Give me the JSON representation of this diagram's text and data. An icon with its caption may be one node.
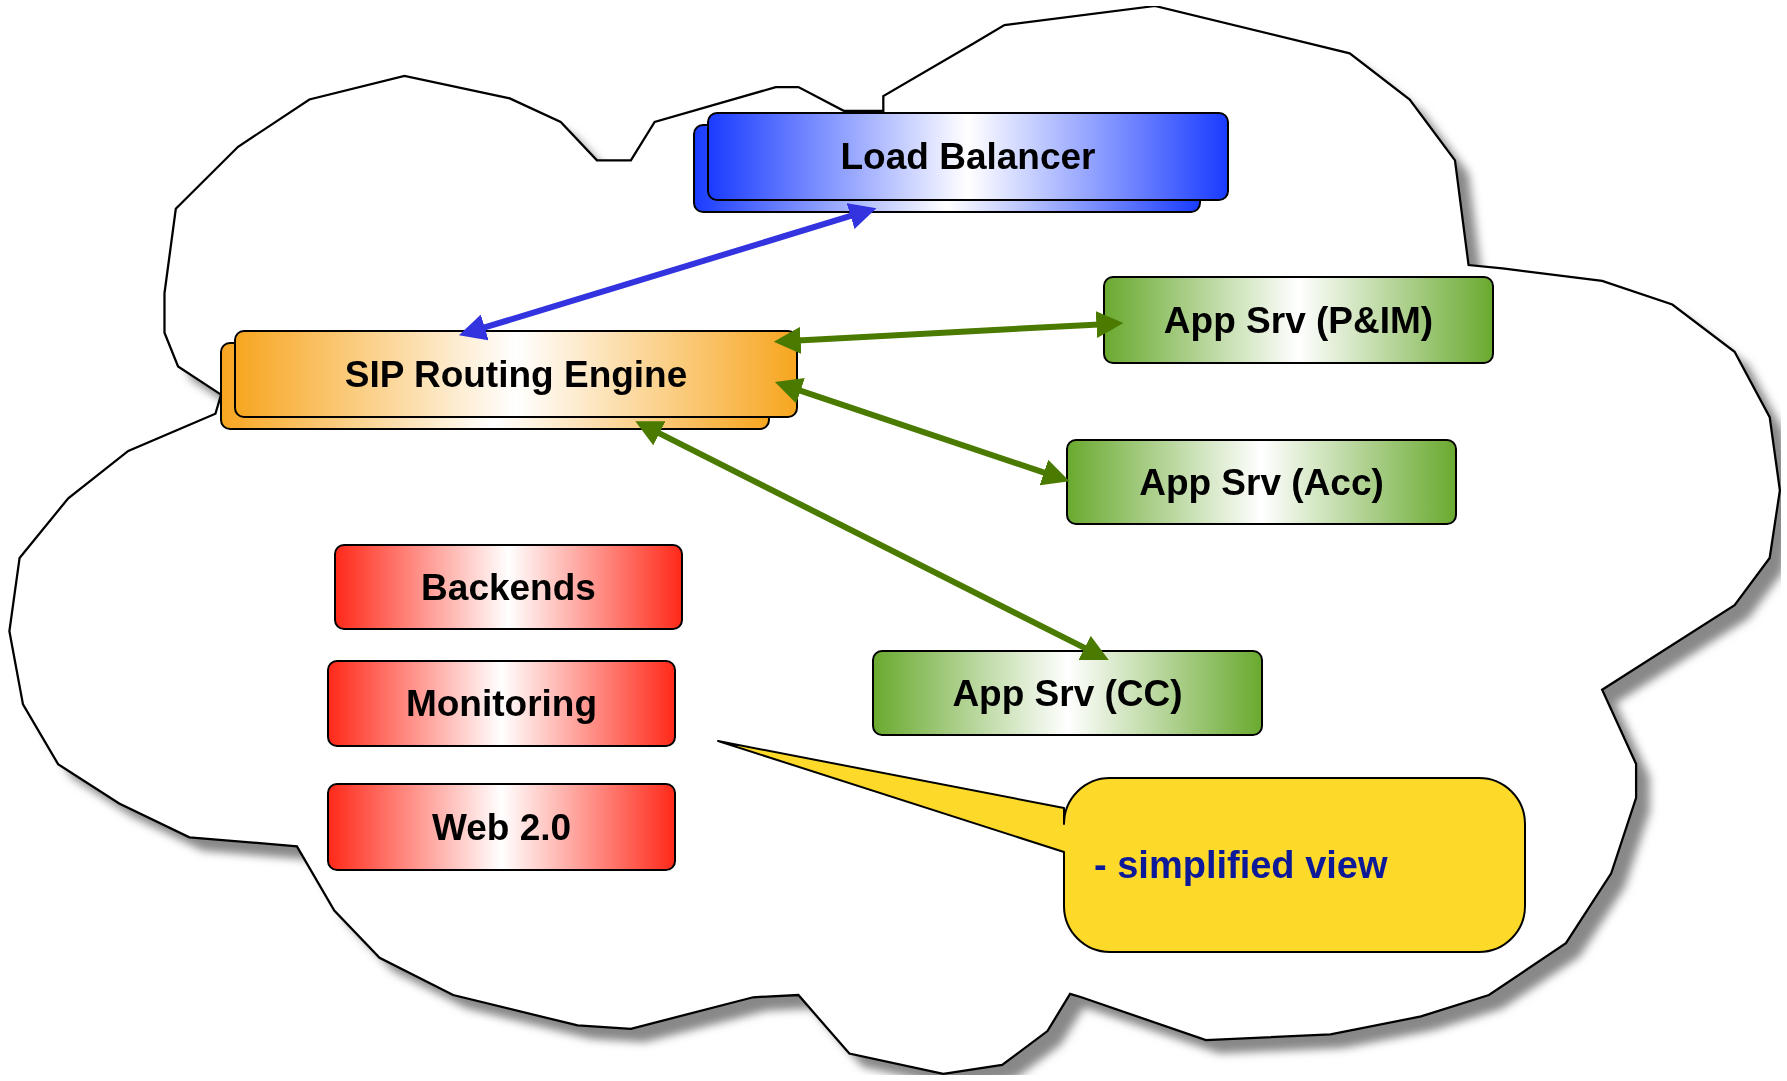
{
  "diagram": {
    "nodes": [
      {
        "text": [],
        "shape": "cloud"
      },
      {
        "text": [
          "Load Balancer"
        ],
        "in": 0
      },
      {
        "text": [
          "SIP Routing Engine"
        ],
        "in": 0
      },
      {
        "text": [
          "App Srv (P&IM)"
        ],
        "in": 0
      },
      {
        "text": [
          "App Srv (Acc)"
        ],
        "in": 0
      },
      {
        "text": [
          "App Srv (CC)"
        ],
        "in": 0
      },
      {
        "text": [
          "Backends"
        ],
        "in": 0
      },
      {
        "text": [
          "Monitoring"
        ],
        "in": 0
      },
      {
        "text": [
          "Web 2.0"
        ],
        "in": 0
      },
      {
        "text": [
          "- simplified view"
        ],
        "in": 0
      }
    ],
    "edges": [
      {
        "from": 2,
        "to": 1,
        "arrow": "both",
        "color": "#3333e0"
      },
      {
        "from": 2,
        "to": 3,
        "arrow": "both"
      },
      {
        "from": 2,
        "to": 4,
        "arrow": "both"
      },
      {
        "from": 2,
        "to": 5,
        "arrow": "both"
      }
    ]
  }
}
